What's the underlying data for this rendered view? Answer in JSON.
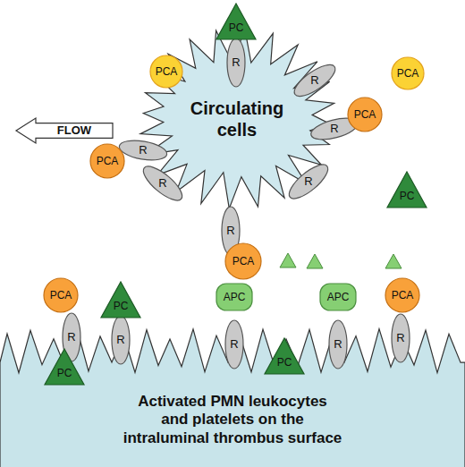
{
  "diagram": {
    "nodes": [
      {
        "text": [
          "PC"
        ]
      },
      {
        "text": [
          "R"
        ]
      },
      {
        "text": [
          "PCA"
        ]
      },
      {
        "text": [
          "PCA"
        ]
      },
      {
        "text": [
          "R"
        ]
      },
      {
        "text": [
          "Circulating cells"
        ]
      },
      {
        "text": [
          "FLOW"
        ]
      },
      {
        "text": [
          "PCA"
        ]
      },
      {
        "text": [
          "R"
        ]
      },
      {
        "text": [
          "R"
        ]
      },
      {
        "text": [
          "PCA"
        ]
      },
      {
        "text": [
          "R"
        ]
      },
      {
        "text": [
          "R"
        ]
      },
      {
        "text": [
          "PC"
        ]
      },
      {
        "text": [
          "R"
        ]
      },
      {
        "text": [
          "PCA"
        ]
      },
      {
        "text": [
          "PCA"
        ]
      },
      {
        "text": [
          "PC"
        ]
      },
      {
        "text": [
          "APC"
        ]
      },
      {
        "text": [
          "APC"
        ]
      },
      {
        "text": [
          "PCA"
        ]
      },
      {
        "text": [
          "R"
        ]
      },
      {
        "text": [
          "R"
        ]
      },
      {
        "text": [
          "R"
        ]
      },
      {
        "text": [
          "R"
        ]
      },
      {
        "text": [
          "R"
        ]
      },
      {
        "text": [
          "PC"
        ]
      },
      {
        "text": [
          "PC"
        ]
      },
      {
        "text": [
          "Activated PMN leukocytes and platelets on the intraluminal thrombus surface"
        ]
      }
    ]
  }
}
